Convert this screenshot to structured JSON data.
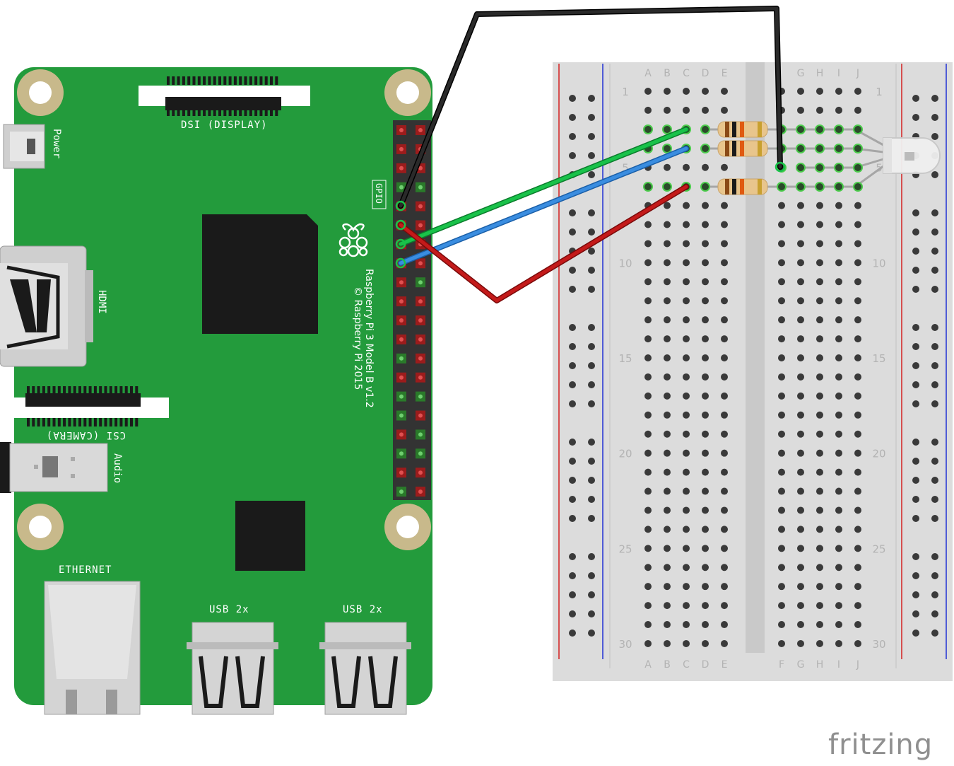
{
  "pi": {
    "labels": {
      "dsi": "DSI (DISPLAY)",
      "power": "Power",
      "gpio": "GPIO",
      "hdmi": "HDMI",
      "csi": "CSI (CAMERA)",
      "audio": "Audio",
      "ethernet": "ETHERNET",
      "usb1": "USB 2x",
      "usb2": "USB 2x",
      "model": "Raspberry Pi 3 Model B v1.2",
      "copyright": "© Raspberry Pi 2015"
    },
    "board_color": "#239b3c"
  },
  "breadboard": {
    "columns_left": [
      "A",
      "B",
      "C",
      "D",
      "E"
    ],
    "columns_right": [
      "F",
      "G",
      "H",
      "I",
      "J"
    ],
    "row_numbers": [
      "1",
      "5",
      "10",
      "15",
      "20",
      "25",
      "30"
    ],
    "rows": 30
  },
  "wires": [
    {
      "color": "#1a1a1a",
      "name": "black"
    },
    {
      "color": "#0bad3e",
      "name": "green"
    },
    {
      "color": "#2f80d4",
      "name": "blue"
    },
    {
      "color": "#b31414",
      "name": "red"
    }
  ],
  "watermark": "fritzing"
}
